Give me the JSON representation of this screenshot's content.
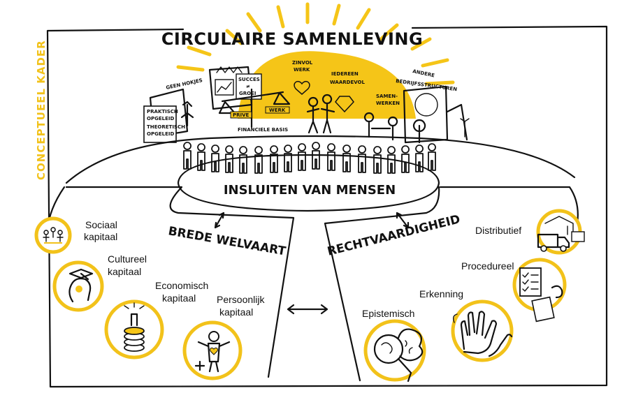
{
  "colors": {
    "accent": "#f2c21a",
    "ink": "#111111",
    "background": "#ffffff"
  },
  "side_label": "CONCEPTUEEL KADER",
  "title": "CIRCULAIRE SAMENLEVING",
  "top_scene": {
    "geen_hokjes": "GEEN HOKJES",
    "sign_left": [
      "PRAKTISCH",
      "OPGELEID",
      "THEORETISCH",
      "OPGELEID"
    ],
    "succes_sign": [
      "SUCCES",
      "≠",
      "GROEI"
    ],
    "scale_left": "PRIVE",
    "scale_right": "WERK",
    "financiele_basis": "FINANCIELE BASIS",
    "zinvol_werk": [
      "ZINVOL",
      "WERK"
    ],
    "iedereen_waardevol": [
      "IEDEREEN",
      "WAARDEVOL"
    ],
    "samenwerken": [
      "SAMEN-",
      "WERKEN"
    ],
    "andere_bedrijfsstructuren": [
      "ANDERE",
      "BEDRIJFSSTRUCTUREN"
    ]
  },
  "center_label": "INSLUITEN VAN MENSEN",
  "left_heading": "BREDE WELVAART",
  "right_heading": "RECHTVAARDIGHEID",
  "left_items": [
    {
      "label_lines": [
        "Sociaal",
        "kapitaal"
      ],
      "icon": "people-icon"
    },
    {
      "label_lines": [
        "Cultureel",
        "kapitaal"
      ],
      "icon": "graduation-head-icon"
    },
    {
      "label_lines": [
        "Economisch",
        "kapitaal"
      ],
      "icon": "coins-icon"
    },
    {
      "label_lines": [
        "Persoonlijk",
        "kapitaal"
      ],
      "icon": "person-heart-icon"
    }
  ],
  "right_items": [
    {
      "label": "Distributief",
      "icon": "distribution-icon"
    },
    {
      "label": "Procedureel",
      "icon": "checklist-icon"
    },
    {
      "label": "Erkenning",
      "icon": "hands-icon"
    },
    {
      "label": "Epistemisch",
      "icon": "magnifier-brain-icon"
    }
  ]
}
